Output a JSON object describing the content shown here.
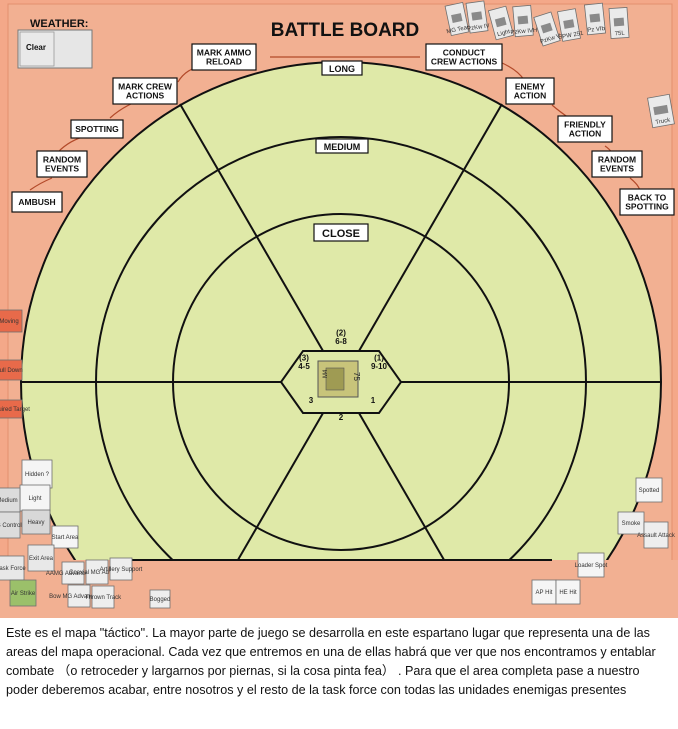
{
  "board": {
    "title": "BATTLE BOARD",
    "weather_label": "WEATHER:",
    "weather_value": "Clear",
    "sequence": [
      "AMBUSH",
      "RANDOM\nEVENTS",
      "SPOTTING",
      "MARK CREW\nACTIONS",
      "MARK AMMO\nRELOAD",
      "CONDUCT\nCREW ACTIONS",
      "ENEMY\nACTION",
      "FRIENDLY\nACTION",
      "RANDOM\nEVENTS",
      "BACK TO\nSPOTTING"
    ],
    "range_bands": [
      "LONG",
      "MEDIUM",
      "CLOSE"
    ],
    "sector_labels": [
      "(2)\n6-8",
      "(3)\n4-5",
      "(1)\n9-10"
    ],
    "sector_numbers": [
      "3",
      "2",
      "1"
    ],
    "tank_counter": {
      "name": "M4",
      "value": "75"
    },
    "side_counters": [
      "Moving",
      "Hull Down",
      "Acquired Target",
      "Hidden ?",
      "Light",
      "Medium",
      "Heavy",
      "US Control",
      "Start Area",
      "Exit Area",
      "Task Force",
      "Air Strike",
      "AAMG Advance Fire",
      "Coaxial MG Advance",
      "Artillery Support",
      "Bow MG Advance Fire",
      "Thrown Track",
      "Bogged",
      "Spotted",
      "Smoke",
      "Assault Attack",
      "Loader Spot",
      "AP Hit",
      "HE Hit"
    ],
    "top_counters": [
      "MG Team",
      "PzKw IV",
      "Light",
      "PzKw IVH",
      "PzKw V",
      "SPW 251",
      "Pz VIb",
      "75L",
      "Truck"
    ]
  },
  "caption": "Este es el mapa \"táctico\". La mayor parte de juego se desarrolla en este espartano lugar que representa una de las areas del mapa operacional. Cada vez que entremos en una de ellas habrá que ver que nos encontramos y entablar combate （o retroceder y largarnos por piernas, si la cosa pinta fea） . Para que el area completa pase a nuestro poder deberemos acabar, entre nosotros y el resto de la task force con todas las unidades enemigas presentes"
}
